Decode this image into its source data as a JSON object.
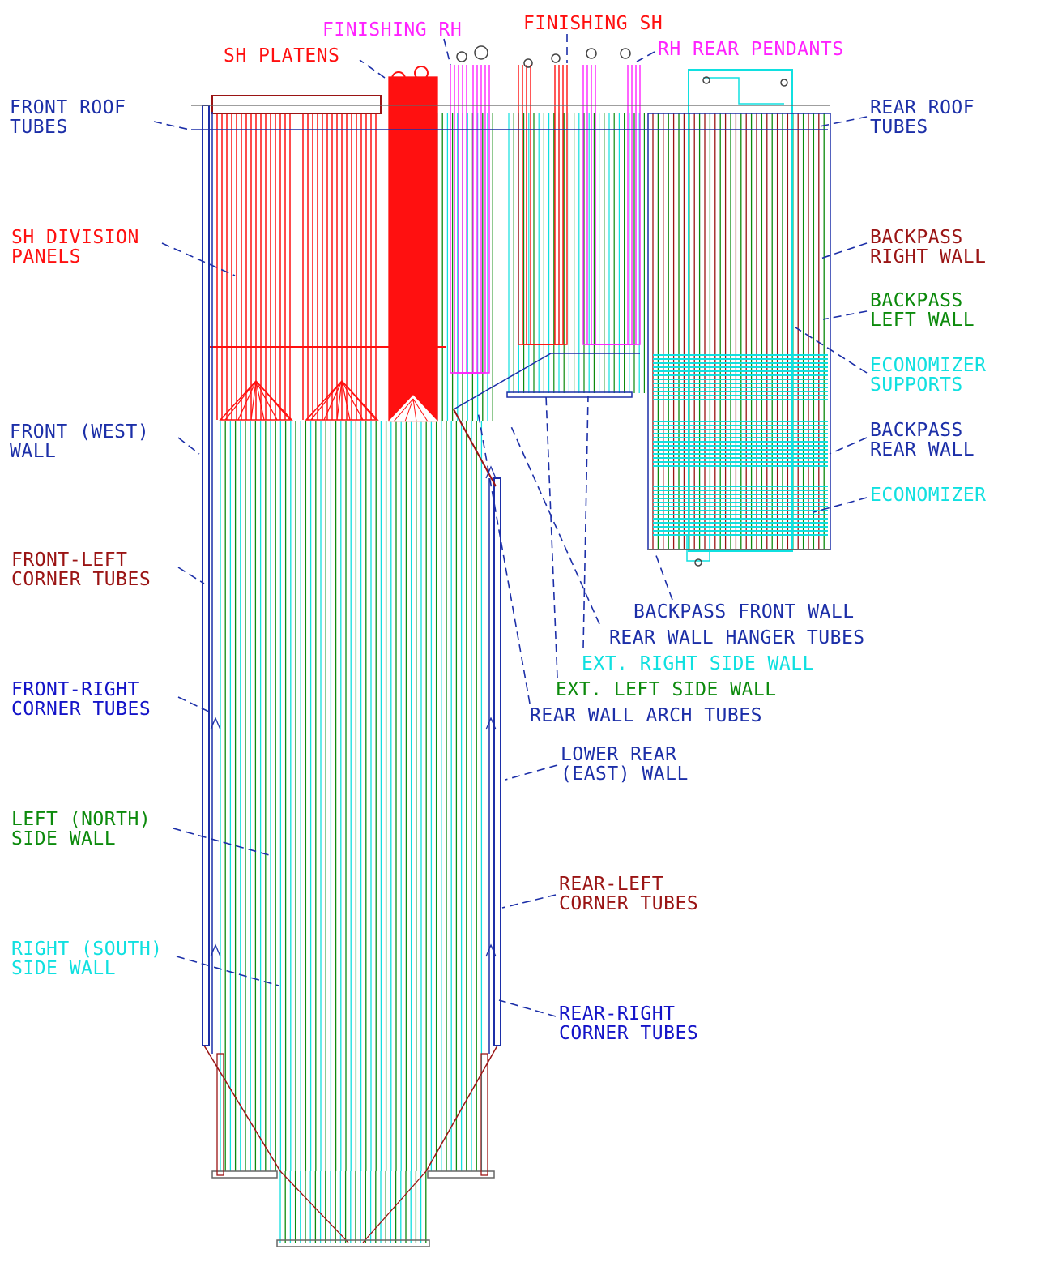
{
  "colors": {
    "navy": "#1c2fa8",
    "blue": "#1414c8",
    "red": "#ff1010",
    "maroon": "#9a1414",
    "green": "#0c8a0c",
    "cyan": "#10e0e0",
    "magenta": "#ff22ff",
    "gray": "#666666"
  },
  "labels": {
    "front_roof": [
      "FRONT ROOF",
      "TUBES"
    ],
    "sh_platens": [
      "SH PLATENS"
    ],
    "finishing_rh": [
      "FINISHING RH"
    ],
    "finishing_sh": [
      "FINISHING SH"
    ],
    "rh_rear_pendants": [
      "RH REAR PENDANTS"
    ],
    "rear_roof": [
      "REAR ROOF",
      "TUBES"
    ],
    "sh_division": [
      "SH DIVISION",
      "PANELS"
    ],
    "backpass_right": [
      "BACKPASS",
      "RIGHT WALL"
    ],
    "backpass_left": [
      "BACKPASS",
      "LEFT WALL"
    ],
    "econ_supports": [
      "ECONOMIZER",
      "SUPPORTS"
    ],
    "front_west": [
      "FRONT (WEST)",
      "WALL"
    ],
    "backpass_rear": [
      "BACKPASS",
      "REAR WALL"
    ],
    "economizer": [
      "ECONOMIZER"
    ],
    "front_left_corner": [
      "FRONT-LEFT",
      "CORNER TUBES"
    ],
    "backpass_front": [
      "BACKPASS FRONT WALL"
    ],
    "rear_wall_hanger": [
      "REAR WALL HANGER TUBES"
    ],
    "ext_right_side": [
      "EXT. RIGHT SIDE WALL"
    ],
    "ext_left_side": [
      "EXT. LEFT SIDE WALL"
    ],
    "rear_wall_arch": [
      "REAR WALL ARCH TUBES"
    ],
    "front_right_corner": [
      "FRONT-RIGHT",
      "CORNER TUBES"
    ],
    "lower_rear": [
      "LOWER REAR",
      " (EAST) WALL"
    ],
    "left_north": [
      "LEFT (NORTH)",
      "SIDE WALL"
    ],
    "rear_left_corner": [
      "REAR-LEFT",
      "CORNER TUBES"
    ],
    "right_south": [
      "RIGHT (SOUTH)",
      "SIDE WALL"
    ],
    "rear_right_corner": [
      "REAR-RIGHT",
      "CORNER TUBES"
    ]
  }
}
